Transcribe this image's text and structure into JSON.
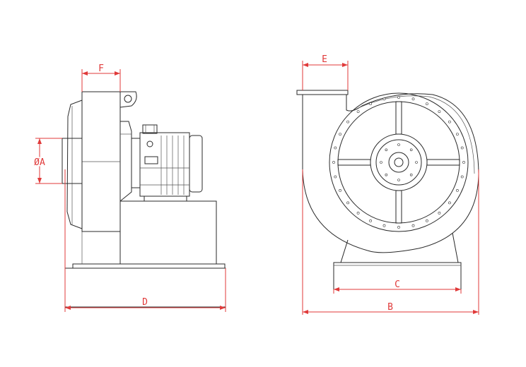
{
  "diagram": {
    "dimension_labels": {
      "diameter": "ØA",
      "width": "B",
      "base": "C",
      "length": "D",
      "outlet": "E",
      "flange": "F"
    }
  }
}
